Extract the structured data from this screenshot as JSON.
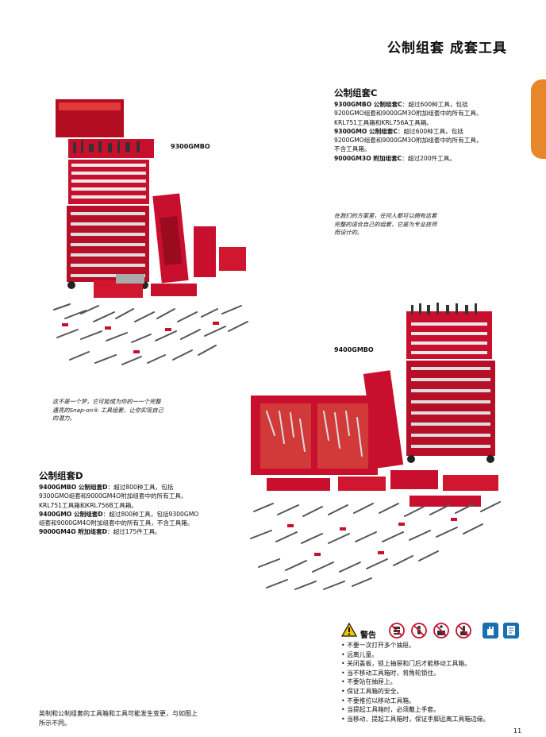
{
  "page": {
    "title": "公制组套 成套工具",
    "page_number": "11"
  },
  "set_c": {
    "heading": "公制组套C",
    "lines": [
      {
        "bold": "9300GMBO 公制组套C",
        "text": "：超过600种工具，包括"
      },
      {
        "bold": "",
        "text": "9200GMO组套和9000GM3O附加组套中的所有工具、"
      },
      {
        "bold": "",
        "text": "KRL751工具箱和KRL756A工具箱。"
      },
      {
        "bold": "9300GMO 公制组套C",
        "text": "：超过600种工具，包括"
      },
      {
        "bold": "",
        "text": "9200GMO组套和9000GM3O附加组套中的所有工具，"
      },
      {
        "bold": "",
        "text": "不含工具箱。"
      },
      {
        "bold": "9000GM3O 附加组套C",
        "text": "：超过200件工具。"
      }
    ]
  },
  "set_d": {
    "heading": "公制组套D",
    "lines": [
      {
        "bold": "9400GMBO 公制组套D",
        "text": "：超过800种工具，包括"
      },
      {
        "bold": "",
        "text": "9300GMO组套和9000GM4O附加组套中的所有工具、"
      },
      {
        "bold": "",
        "text": "KRL751工具箱和KRL756B工具箱。"
      },
      {
        "bold": "9400GMO 公制组套D",
        "text": "：超过800种工具，包括9300GMO"
      },
      {
        "bold": "",
        "text": "组套和9000GM4O附加组套中的所有工具，不含工具箱。"
      },
      {
        "bold": "9000GM4O 附加组套D",
        "text": "：超过175件工具。"
      }
    ]
  },
  "captions": {
    "photo1_model": "9300GMBO",
    "photo2_model": "9400GMBO",
    "italic1": [
      "这不是一个梦，它可能成为你的一一个完整",
      "遇亮的Snap-on® 工具组套，让你实现自己",
      "的潜力。"
    ],
    "italic2": [
      "在我们的方案里，任何人都可以拥有这套",
      "完整的适合自己的组套，它是为专业技师",
      "而设计的。"
    ]
  },
  "warning": {
    "title": "警告",
    "icons": [
      "stacked-drawers-icon",
      "no-children-icon",
      "no-climbing-icon",
      "no-standing-icon",
      "wear-gloves-icon",
      "read-manual-icon"
    ],
    "items": [
      "不要一次打开多个抽屉。",
      "远离儿童。",
      "关闭盖板，锁上抽屉和门后才能移动工具箱。",
      "当不移动工具箱时，将角轮锁住。",
      "不要站在抽屉上。",
      "保证工具箱的安全。",
      "不要推拉以移动工具箱。",
      "当提起工具箱时，必须戴上手套。",
      "当移动、提起工具箱时，保证手脚远离工具箱边缘。"
    ]
  },
  "footnote": [
    "英制和公制组套的工具箱和工具可能发生变更，与如图上",
    "所示不同。"
  ],
  "colors": {
    "accent_tab": "#e8862a",
    "toolbox_red": "#c8102e",
    "warning_blue": "#1a6fb0"
  }
}
